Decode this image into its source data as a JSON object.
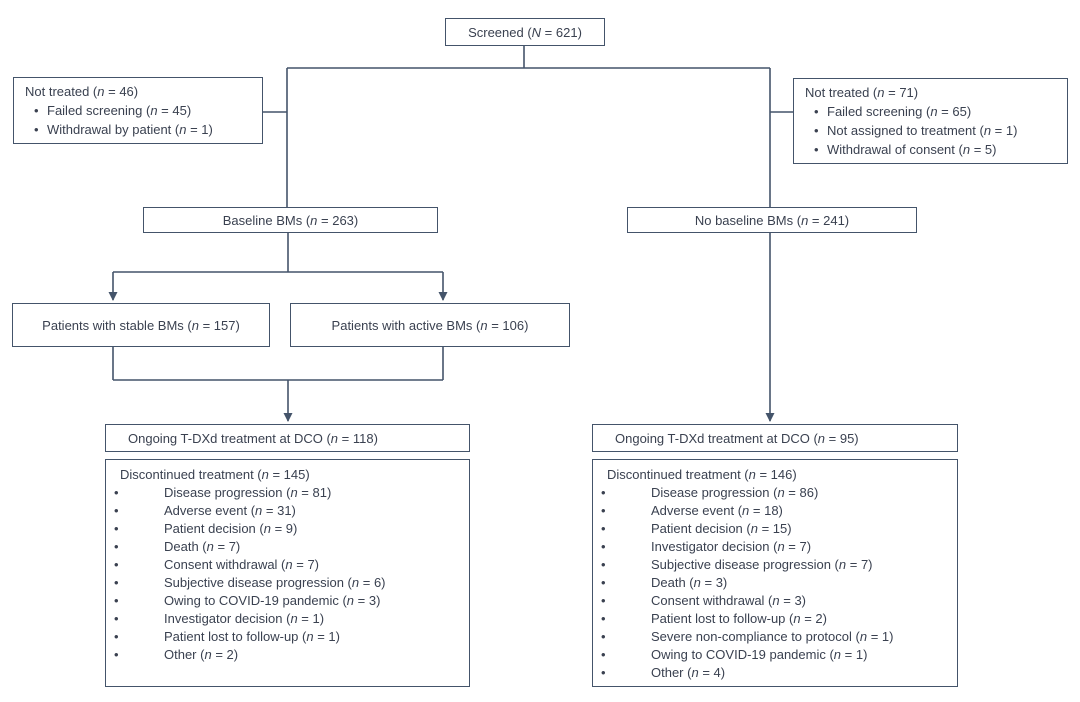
{
  "diagram": {
    "type": "consort-flow-diagram",
    "colors": {
      "line": "#44546a",
      "text": "#3a4150",
      "background": "#ffffff"
    },
    "boxes": {
      "screened": {
        "label": "Screened (N = 621)"
      },
      "not_treated_left": {
        "title": "Not treated (n = 46)",
        "bullets": [
          "Failed screening (n = 45)",
          "Withdrawal by patient (n = 1)"
        ]
      },
      "not_treated_right": {
        "title": "Not treated (n = 71)",
        "bullets": [
          "Failed screening (n = 65)",
          "Not assigned to treatment (n = 1)",
          "Withdrawal of consent (n = 5)"
        ]
      },
      "baseline_bms": {
        "label": "Baseline BMs (n = 263)"
      },
      "no_baseline_bms": {
        "label": "No baseline BMs (n = 241)"
      },
      "stable_bms": {
        "label": "Patients with stable BMs (n = 157)"
      },
      "active_bms": {
        "label": "Patients with active BMs (n = 106)"
      },
      "ongoing_left": {
        "label": "Ongoing T-DXd treatment at DCO (n = 118)"
      },
      "ongoing_right": {
        "label": "Ongoing T-DXd treatment at DCO (n = 95)"
      },
      "discontinued_left": {
        "title": "Discontinued treatment (n = 145)",
        "bullets": [
          "Disease progression (n = 81)",
          "Adverse event (n = 31)",
          "Patient decision (n = 9)",
          "Death (n = 7)",
          "Consent withdrawal (n = 7)",
          "Subjective disease progression (n = 6)",
          "Owing to COVID-19 pandemic (n = 3)",
          "Investigator decision (n = 1)",
          "Patient lost to follow-up (n = 1)",
          "Other (n = 2)"
        ]
      },
      "discontinued_right": {
        "title": "Discontinued treatment (n = 146)",
        "bullets": [
          "Disease progression (n = 86)",
          "Adverse event (n = 18)",
          "Patient decision (n = 15)",
          "Investigator decision (n = 7)",
          "Subjective disease progression (n = 7)",
          "Death (n = 3)",
          "Consent withdrawal (n = 3)",
          "Patient lost to follow-up (n = 2)",
          "Severe non-compliance to protocol (n = 1)",
          "Owing to COVID-19 pandemic (n = 1)",
          "Other (n = 4)"
        ]
      }
    }
  }
}
